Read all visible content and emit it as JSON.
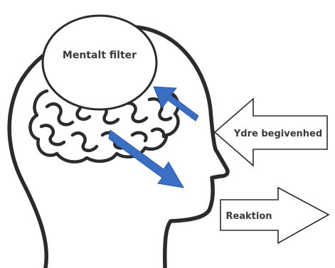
{
  "diagram": {
    "filter_label": "Mentalt filter",
    "event_label": "Ydre begivenhed",
    "reaction_label": "Reaktion",
    "colors": {
      "outline": "#2b2b2b",
      "arrow_blue": "#3a6fc4",
      "arrow_blue_edge": "#2a59a8",
      "background": "#ffffff",
      "text": "#3a3a3a"
    }
  }
}
